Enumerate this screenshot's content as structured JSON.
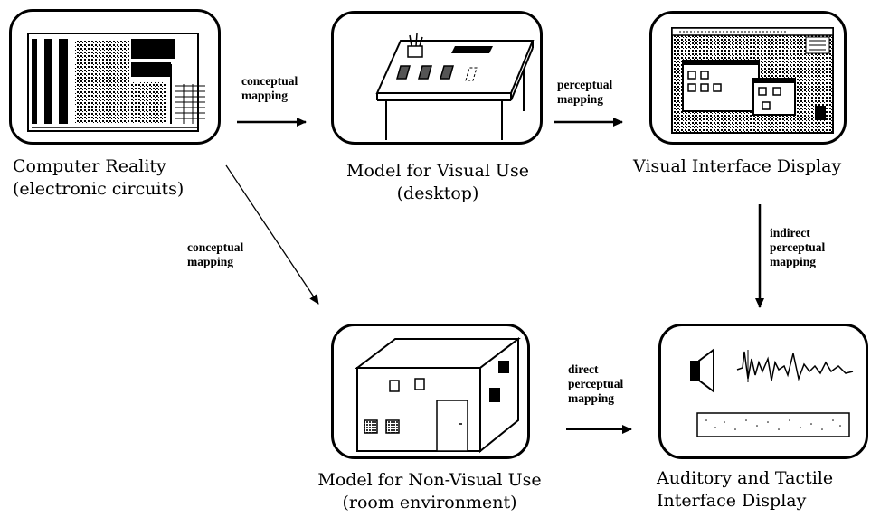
{
  "nodes": {
    "computer_reality": {
      "line1": "Computer Reality",
      "line2": "(electronic circuits)"
    },
    "model_visual": {
      "line1": "Model for Visual Use",
      "line2": "(desktop)"
    },
    "visual_display": {
      "line1": "Visual Interface Display"
    },
    "model_nonvisual": {
      "line1": "Model for Non-Visual Use",
      "line2": "(room environment)"
    },
    "auditory_tactile": {
      "line1": "Auditory and Tactile",
      "line2": "Interface Display"
    }
  },
  "edges": {
    "cr_to_mv": {
      "line1": "conceptual",
      "line2": "mapping"
    },
    "mv_to_vd": {
      "line1": "perceptual",
      "line2": "mapping"
    },
    "vd_to_at": {
      "line1": "indirect",
      "line2": "perceptual",
      "line3": "mapping"
    },
    "cr_to_mn": {
      "line1": "conceptual",
      "line2": "mapping"
    },
    "mn_to_at": {
      "line1": "direct",
      "line2": "perceptual",
      "line3": "mapping"
    }
  }
}
